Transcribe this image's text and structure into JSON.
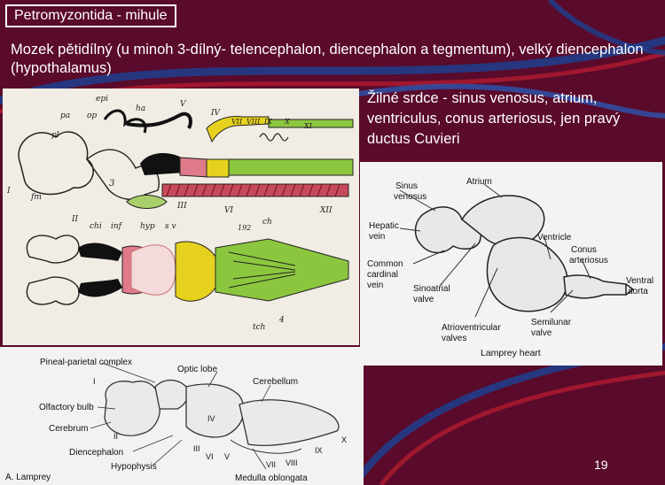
{
  "slide": {
    "title": "Petromyzontida - mihule",
    "brain_text": "Mozek pětidílný (u minoh 3-dílný- telencephalon, diencephalon a tegmentum), velký diencephalon (hypothalamus)",
    "heart_text": "Žilné srdce - sinus venosus, atrium, ventriculus, conus arteriosus, jen pravý ductus Cuvieri",
    "page_number": "19"
  },
  "brain_diagram": {
    "labels_top": [
      "epi",
      "op",
      "ha",
      "pa",
      "pl",
      "V",
      "IV",
      "VII",
      "VIII",
      "IX",
      "X",
      "XI"
    ],
    "labels_side": [
      "I",
      "fm",
      "3"
    ],
    "labels_bottom": [
      "II",
      "chi",
      "inf",
      "hyp",
      "s v",
      "III",
      "VI",
      "192",
      "ch",
      "XII"
    ],
    "labels_dorsal": [
      "tch",
      "4"
    ]
  },
  "heart_diagram": {
    "labels": {
      "sinus": "Sinus venosus",
      "atrium": "Atrium",
      "hepatic": "Hepatic vein",
      "ventricle": "Ventricle",
      "conus": "Conus arteriosus",
      "common": "Common cardinal vein",
      "sinoatrial": "Sinoatrial valve",
      "ventral": "Ventral aorta",
      "atrioventricular": "Atrioventricular valves",
      "semilunar": "Semilunar valve",
      "caption": "Lamprey heart"
    }
  },
  "lamprey_brain": {
    "labels": {
      "pineal": "Pineal-parietal complex",
      "optic": "Optic lobe",
      "cerebellum": "Cerebellum",
      "olfactory": "Olfactory bulb",
      "cerebrum": "Cerebrum",
      "diencephalon": "Diencephalon",
      "hypophysis": "Hypophysis",
      "medulla": "Medulla oblongata",
      "caption": "A. Lamprey",
      "n1": "I",
      "n2": "II",
      "n3": "III",
      "n4": "IV",
      "n5": "V",
      "n6": "VI",
      "n7": "VII",
      "n8": "VIII",
      "n9": "IX",
      "n10": "X"
    }
  },
  "colors": {
    "background": "#5a0a2a",
    "swoosh_blue": "#1d3f8f",
    "swoosh_red": "#b01a30",
    "diagram_green": "#8cc63f",
    "diagram_pink": "#e07a8a",
    "diagram_yellow": "#e6d21e"
  }
}
